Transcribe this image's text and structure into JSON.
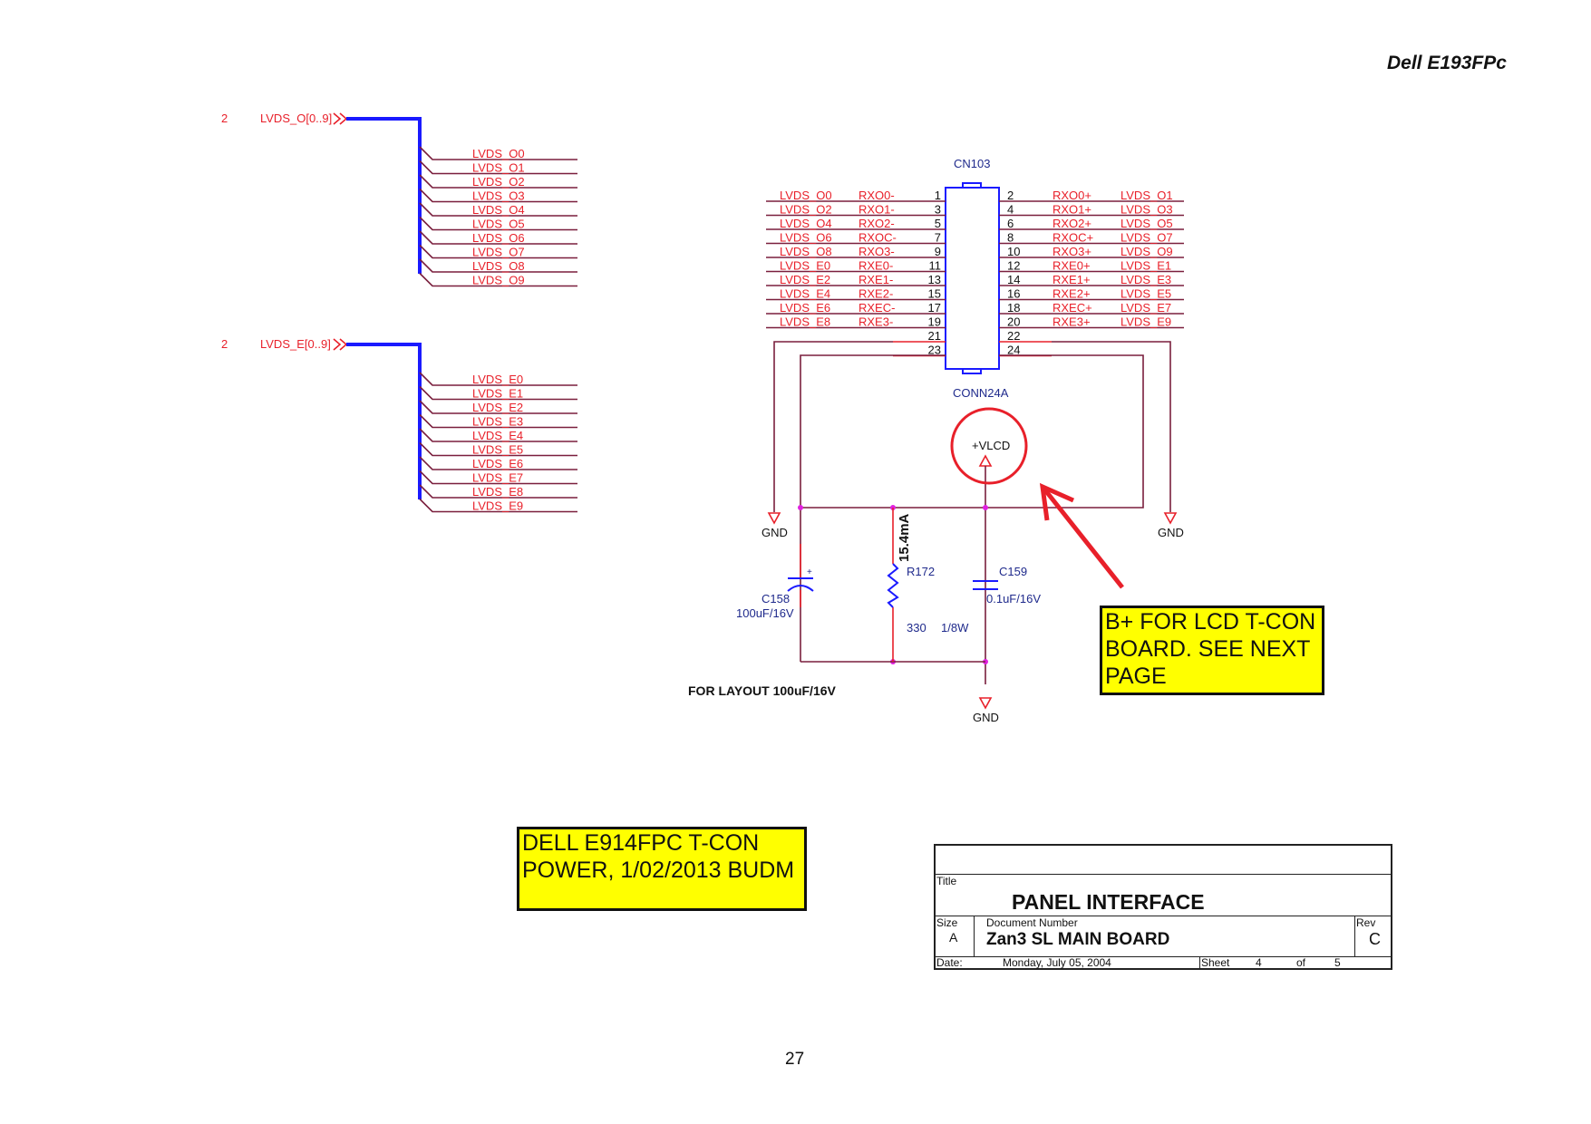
{
  "header": {
    "title": "Dell E193FPc"
  },
  "buses": [
    {
      "sheet_ref": "2",
      "port_label": "LVDS_O[0..9]",
      "nets": [
        "LVDS_O0",
        "LVDS_O1",
        "LVDS_O2",
        "LVDS_O3",
        "LVDS_O4",
        "LVDS_O5",
        "LVDS_O6",
        "LVDS_O7",
        "LVDS_O8",
        "LVDS_O9"
      ]
    },
    {
      "sheet_ref": "2",
      "port_label": "LVDS_E[0..9]",
      "nets": [
        "LVDS_E0",
        "LVDS_E1",
        "LVDS_E2",
        "LVDS_E3",
        "LVDS_E4",
        "LVDS_E5",
        "LVDS_E6",
        "LVDS_E7",
        "LVDS_E8",
        "LVDS_E9"
      ]
    }
  ],
  "connector": {
    "ref": "CN103",
    "value": "CONN24A",
    "left_pins": [
      {
        "pin": "1",
        "signal": "RXO0-",
        "net": "LVDS_O0"
      },
      {
        "pin": "3",
        "signal": "RXO1-",
        "net": "LVDS_O2"
      },
      {
        "pin": "5",
        "signal": "RXO2-",
        "net": "LVDS_O4"
      },
      {
        "pin": "7",
        "signal": "RXOC-",
        "net": "LVDS_O6"
      },
      {
        "pin": "9",
        "signal": "RXO3-",
        "net": "LVDS_O8"
      },
      {
        "pin": "11",
        "signal": "RXE0-",
        "net": "LVDS_E0"
      },
      {
        "pin": "13",
        "signal": "RXE1-",
        "net": "LVDS_E2"
      },
      {
        "pin": "15",
        "signal": "RXE2-",
        "net": "LVDS_E4"
      },
      {
        "pin": "17",
        "signal": "RXEC-",
        "net": "LVDS_E6"
      },
      {
        "pin": "19",
        "signal": "RXE3-",
        "net": "LVDS_E8"
      },
      {
        "pin": "21",
        "signal": "",
        "net": ""
      },
      {
        "pin": "23",
        "signal": "",
        "net": ""
      }
    ],
    "right_pins": [
      {
        "pin": "2",
        "signal": "RXO0+",
        "net": "LVDS_O1"
      },
      {
        "pin": "4",
        "signal": "RXO1+",
        "net": "LVDS_O3"
      },
      {
        "pin": "6",
        "signal": "RXO2+",
        "net": "LVDS_O5"
      },
      {
        "pin": "8",
        "signal": "RXOC+",
        "net": "LVDS_O7"
      },
      {
        "pin": "10",
        "signal": "RXO3+",
        "net": "LVDS_O9"
      },
      {
        "pin": "12",
        "signal": "RXE0+",
        "net": "LVDS_E1"
      },
      {
        "pin": "14",
        "signal": "RXE1+",
        "net": "LVDS_E3"
      },
      {
        "pin": "16",
        "signal": "RXE2+",
        "net": "LVDS_E5"
      },
      {
        "pin": "18",
        "signal": "RXEC+",
        "net": "LVDS_E7"
      },
      {
        "pin": "20",
        "signal": "RXE3+",
        "net": "LVDS_E9"
      },
      {
        "pin": "22",
        "signal": "",
        "net": ""
      },
      {
        "pin": "24",
        "signal": "",
        "net": ""
      }
    ]
  },
  "power": {
    "vlcd_label": "+VLCD",
    "gnd_label": "GND",
    "current_annotation": "15.4mA"
  },
  "components": {
    "c158": {
      "ref": "C158",
      "value": "100uF/16V",
      "polarity_mark": "+"
    },
    "r172": {
      "ref": "R172",
      "value": "330",
      "rating": "1/8W"
    },
    "c159": {
      "ref": "C159",
      "value": "0.1uF/16V"
    }
  },
  "layout_note": "FOR LAYOUT 100uF/16V",
  "annotations": {
    "bplus_note": [
      "B+ FOR LCD T-CON",
      "BOARD. SEE NEXT",
      "PAGE"
    ],
    "author_note": [
      "DELL E914FPC T-CON",
      "POWER, 1/02/2013 BUDM"
    ],
    "highlight_color": "#ffff00",
    "marker_color": "#e8202a"
  },
  "title_block": {
    "title_label": "Title",
    "title": "PANEL INTERFACE",
    "size_label": "Size",
    "size": "A",
    "docnum_label": "Document Number",
    "docnum": "Zan3 SL MAIN BOARD",
    "rev_label": "Rev",
    "rev": "C",
    "date_label": "Date:",
    "date": "Monday, July 05, 2004",
    "sheet_label": "Sheet",
    "sheet": "4",
    "of_label": "of",
    "sheet_total": "5"
  },
  "page_number": "27"
}
